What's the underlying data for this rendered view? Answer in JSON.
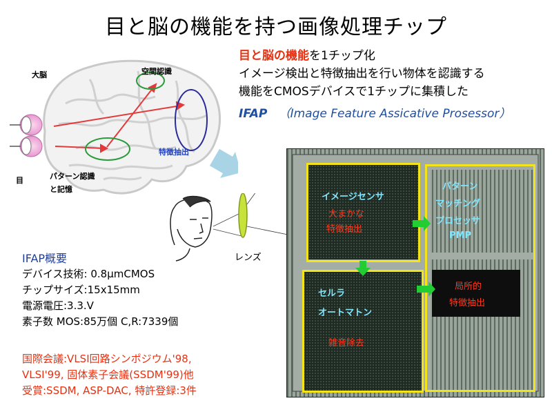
{
  "title": "目と脳の機能を持つ画像処理チップ",
  "description": {
    "line1_highlight": "目と脳の機能",
    "line1_rest": "を1チップ化",
    "line2": "イメージ検出と特徴抽出を行い物体を認識する",
    "line3": "機能をCMOSデバイスで1チップに集積した",
    "ifap_name": "IFAP",
    "ifap_full": "（Image Feature Assicative Prosessor）"
  },
  "brain_diagram": {
    "brain_label": "大脳",
    "spatial_label": "空間認識",
    "feature_label": "特徴抽出",
    "pattern_label_1": "パターン認識",
    "pattern_label_2": "と記憶",
    "eye_label": "目",
    "lens_label": "レンズ"
  },
  "summary": {
    "heading": "IFAP概要",
    "tech": "デバイス技術: 0.8μmCMOS",
    "size": "チップサイズ:15x15mm",
    "voltage": "電源電圧:3.3.V",
    "elements": "素子数  MOS:85万個  C,R:7339個"
  },
  "conferences": {
    "line1": "国際会議:VLSI回路シンポジウム'98,",
    "line2": "VLSI'99,  固体素子会議(SSDM'99)他",
    "line3": "受賞:SSDM, ASP-DAC, 特許登録:3件"
  },
  "chip": {
    "image_sensor": "イメージセンサ",
    "rough": "大まかな",
    "feature_extract": "特徴抽出",
    "pattern": "パターン",
    "matching": "マッチング",
    "processor": "プロセッサ",
    "pmp": "PMP",
    "cellular": "セルラ",
    "automaton": "オートマトン",
    "noise_removal": "雑音除去",
    "local": "局所的",
    "local_feature": "特徴抽出"
  },
  "colors": {
    "highlight_red": "#e83010",
    "ifap_blue": "#1f4fa0",
    "chip_yellow": "#f2e31a",
    "chip_cyan": "#7fe7ff",
    "arrow_green": "#22cc33"
  }
}
